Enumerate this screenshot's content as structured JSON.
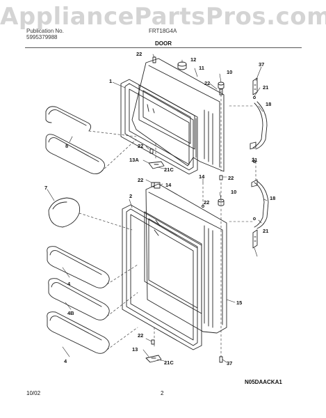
{
  "header": {
    "publication_label": "Publication No.",
    "publication_number": "5995379988",
    "model": "FRT18G4A",
    "section_title": "DOOR",
    "watermark": "AppliancePartsPros.com"
  },
  "callouts": [
    "1",
    "2",
    "4",
    "4",
    "4B",
    "7",
    "8",
    "10",
    "10",
    "11",
    "12",
    "13",
    "13A",
    "14",
    "14",
    "15",
    "18",
    "18",
    "21",
    "21",
    "21",
    "21C",
    "21C",
    "22",
    "22",
    "22",
    "22",
    "22",
    "22",
    "22",
    "37",
    "37"
  ],
  "footer": {
    "date": "10/02",
    "page_number": "2",
    "diagram_code": "N05DAACKA1"
  }
}
